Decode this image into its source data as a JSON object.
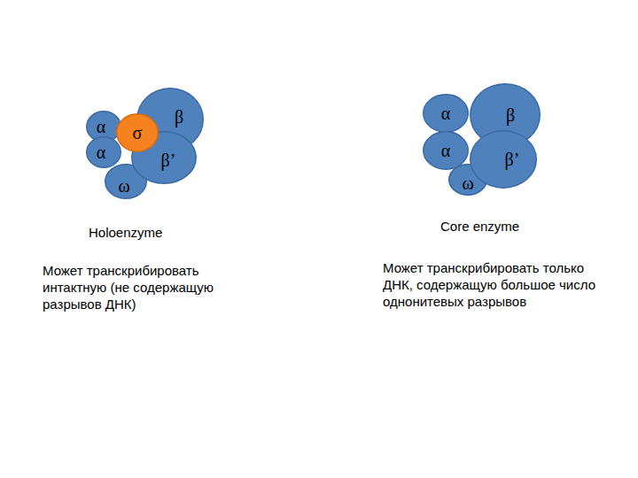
{
  "diagram": {
    "nodes": [
      {
        "text": [
          "α"
        ]
      },
      {
        "text": [
          "σ"
        ]
      },
      {
        "text": [
          "β"
        ]
      },
      {
        "text": [
          "α"
        ]
      },
      {
        "text": [
          "β’"
        ]
      },
      {
        "text": [
          "ω"
        ]
      },
      {
        "text": [
          "α"
        ]
      },
      {
        "text": [
          "β"
        ]
      },
      {
        "text": [
          "α"
        ]
      },
      {
        "text": [
          "β’"
        ]
      },
      {
        "text": [
          "ω"
        ]
      }
    ],
    "labels": [
      "Holoenzyme",
      "Может транскрибировать интактную (не содержащую разрывов ДНК)",
      "Core enzyme",
      "Может транскрибировать только ДНК, содержащую большое число однонитевых разрывов"
    ]
  }
}
